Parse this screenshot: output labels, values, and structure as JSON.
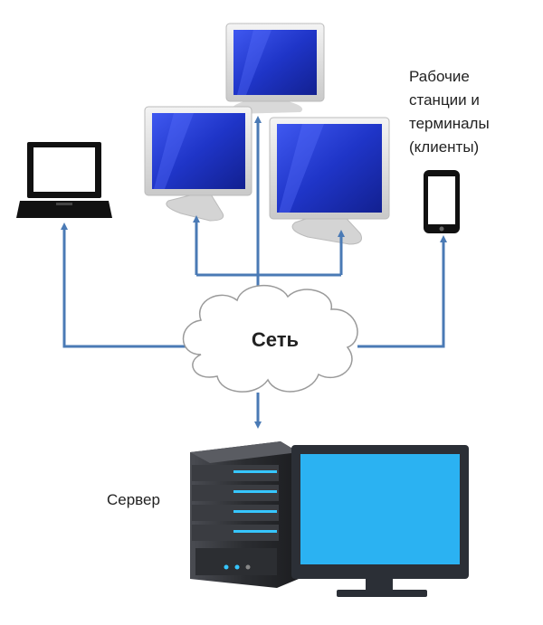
{
  "labels": {
    "clients": [
      "Рабочие",
      "станции и",
      "терминалы",
      "(клиенты)"
    ],
    "network": "Сеть",
    "server": "Сервер"
  },
  "colors": {
    "arrow": "#4a7ab5",
    "screen_blue": "#1b2fc4",
    "server_screen": "#2bb2f2",
    "server_body": "#2a2c30"
  },
  "icons": [
    "laptop-icon",
    "desktop-monitor-icon",
    "smartphone-icon",
    "cloud-icon",
    "server-tower-icon",
    "server-monitor-icon"
  ]
}
